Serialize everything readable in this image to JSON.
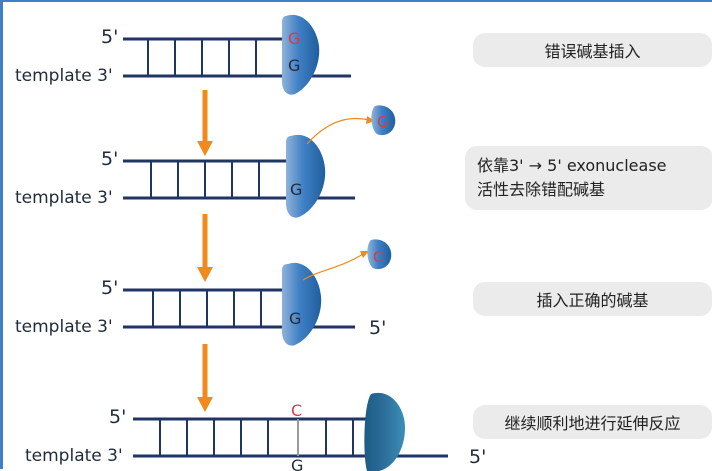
{
  "colors": {
    "strand": "#1f3566",
    "arrow": "#f08a1c",
    "enzyme_dark": "#1f5f9e",
    "enzyme_light": "#8fb3da",
    "enzyme_teal": "#2d6f9a",
    "base_red": "#d63a4b",
    "box_bg": "#ebebeb",
    "frame": "#3f7fc4"
  },
  "labels": {
    "five_prime": "5'",
    "template": "template 3'"
  },
  "steps": [
    {
      "description": "错误碱基插入",
      "bases": {
        "top": "G",
        "bottom": "G"
      }
    },
    {
      "description": "依靠3' → 5' exonuclease\n活性去除错配碱基",
      "bases": {
        "removed": "G",
        "bottom": "G"
      }
    },
    {
      "description": "插入正确的碱基",
      "bases": {
        "removed": "C",
        "bottom": "G",
        "template_end": "5'"
      }
    },
    {
      "description": "继续顺利地进行延伸反应",
      "bases": {
        "top": "C",
        "bottom": "G",
        "template_end": "5'"
      }
    }
  ]
}
